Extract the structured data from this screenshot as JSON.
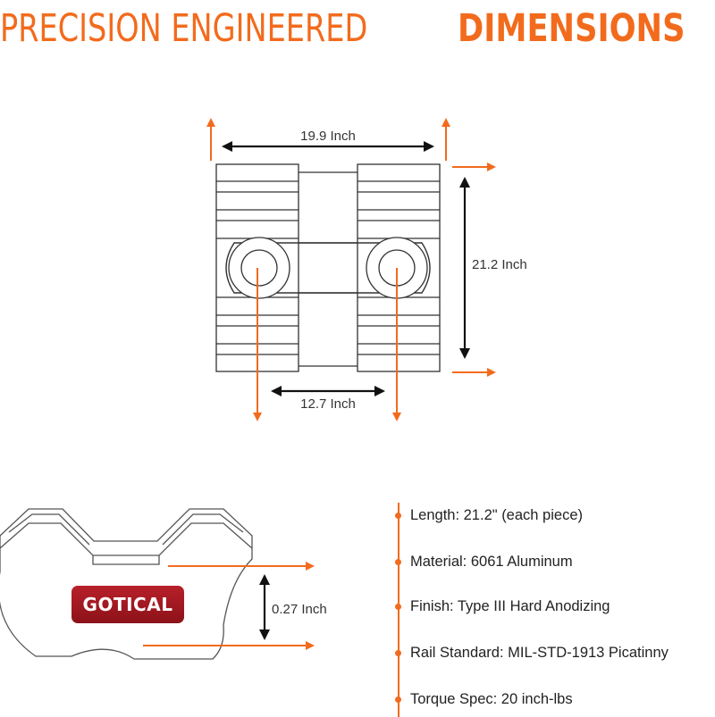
{
  "header": {
    "title_light": "PRECISION ENGINEERED",
    "title_bold": "DIMENSIONS"
  },
  "dimensions": {
    "width_label": "19.9 Inch",
    "height_label": "21.2 Inch",
    "hole_spacing_label": "12.7 Inch",
    "thickness_label": "0.27 Inch"
  },
  "brand": {
    "logo_text": "GOTICAL"
  },
  "specs": [
    "Length: 21.2\" (each piece)",
    "Material: 6061 Aluminum",
    "Finish: Type III Hard Anodizing",
    "Rail Standard: MIL-STD-1913 Picatinny",
    "Torque Spec: 20 inch-lbs"
  ],
  "colors": {
    "accent": "#f26b1d",
    "outline": "#333333",
    "brand_red": "#a3141d"
  },
  "icons": {
    "arrow": "arrow-icon",
    "bullet": "bullet-dot-icon"
  }
}
